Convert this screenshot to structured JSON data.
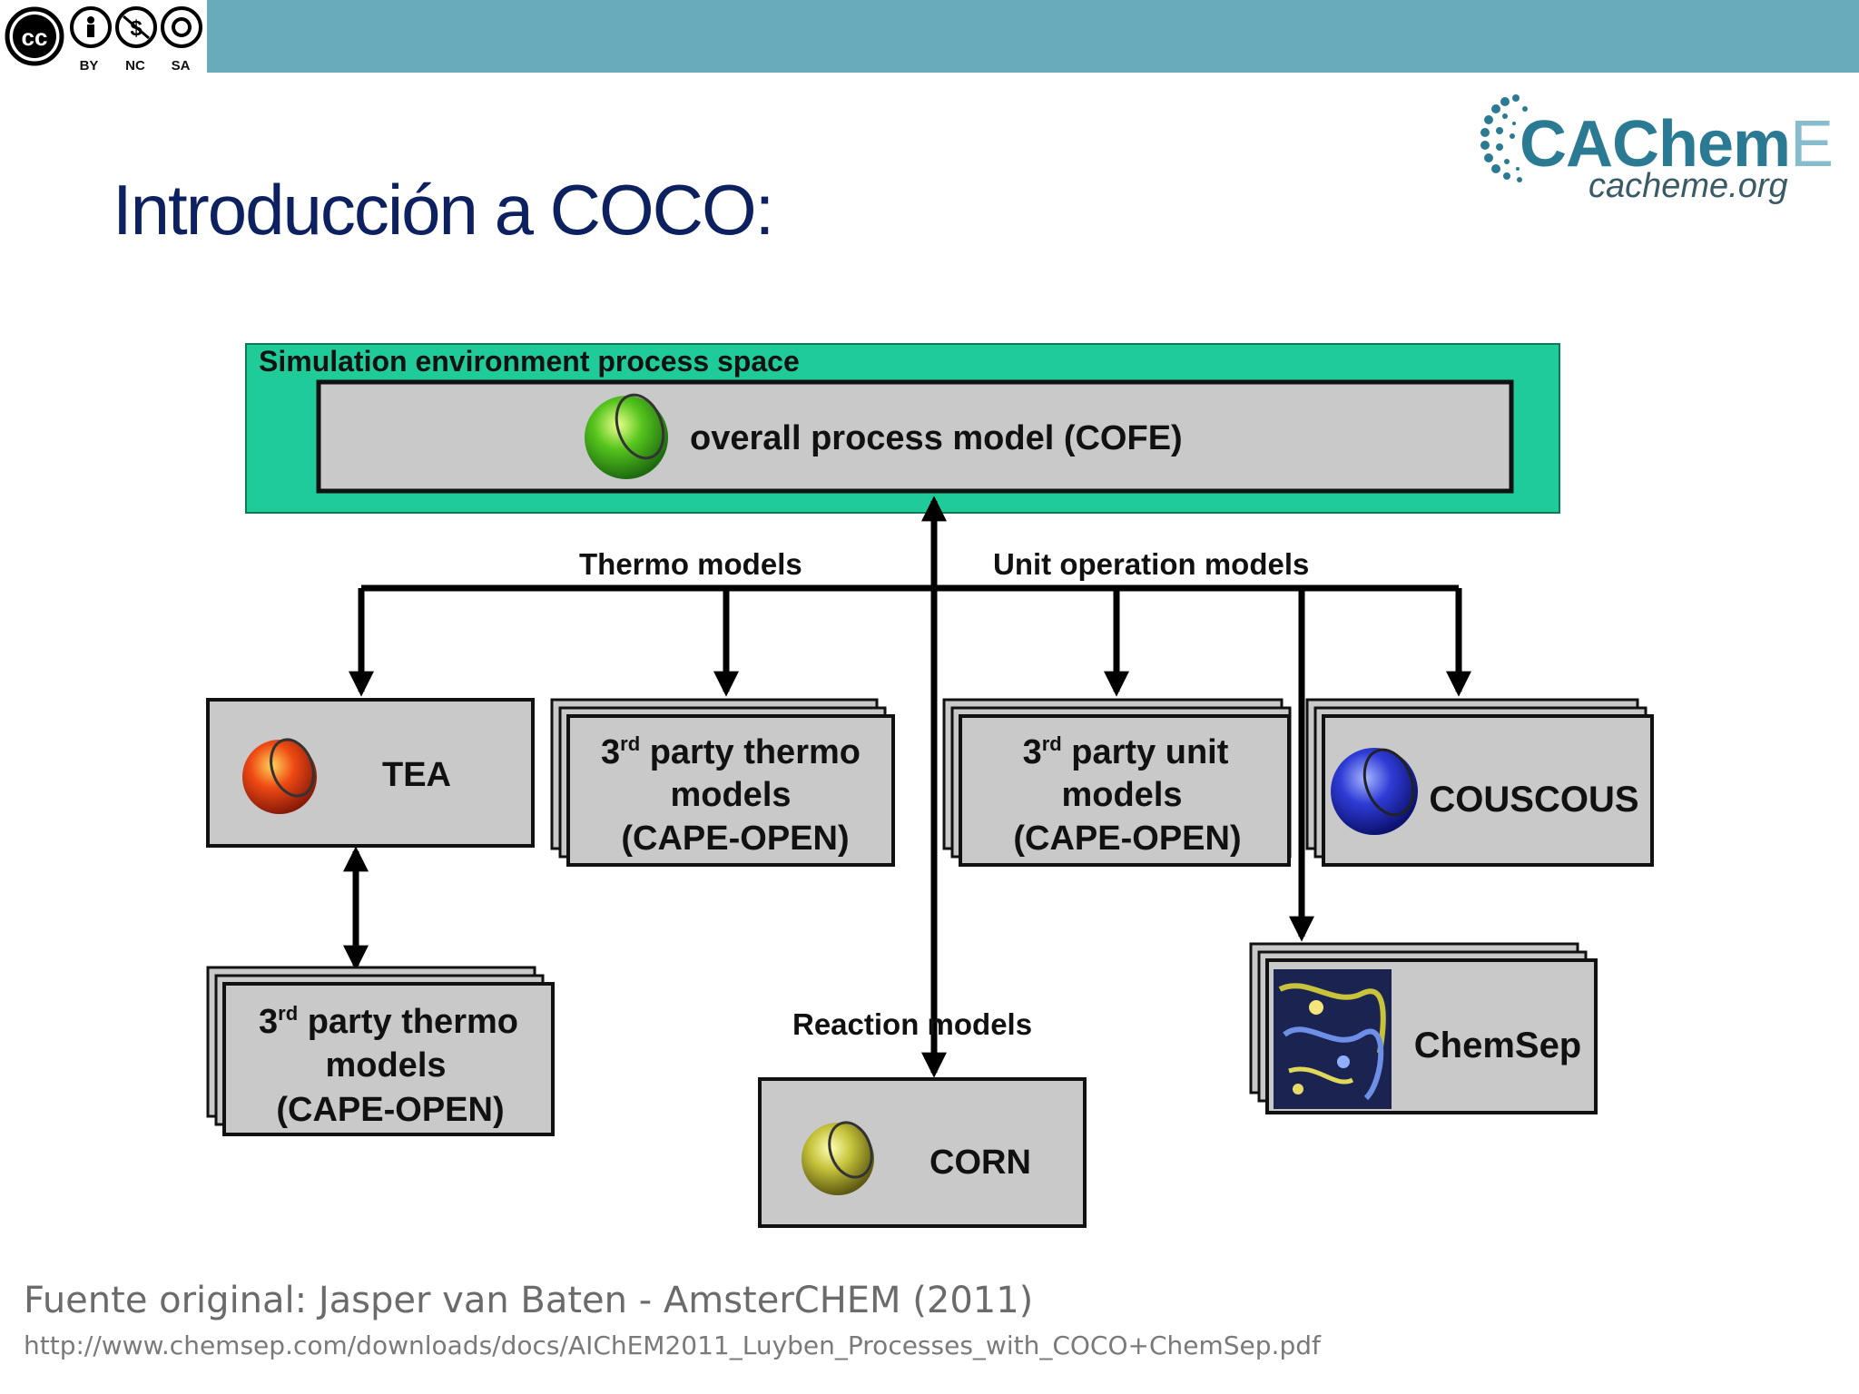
{
  "header": {
    "license_badge": {
      "main": "cc",
      "icons": [
        "by-icon",
        "nc-icon",
        "sa-icon"
      ],
      "labels": [
        "BY",
        "NC",
        "SA"
      ]
    },
    "logo": {
      "word_dark": "CAChem",
      "word_light": "E",
      "url": "cacheme.org"
    },
    "colors": {
      "bar": "#6aabbb",
      "title": "#0d2060",
      "process_space": "#1fcc99",
      "box": "#c9c9c9"
    }
  },
  "slide": {
    "title": "Introducción a COCO:"
  },
  "diagram": {
    "process_space_label": "Simulation environment process space",
    "cofe_label": "overall process model (COFE)",
    "thermo_models_label": "Thermo models",
    "unit_operation_models_label": "Unit operation models",
    "reaction_models_label": "Reaction models",
    "tea_label": "TEA",
    "thermo_third_party": {
      "prefix": "3",
      "sup": "rd",
      "line1_rest": " party thermo",
      "line2": "models",
      "line3": "(CAPE-OPEN)"
    },
    "unit_third_party": {
      "prefix": "3",
      "sup": "rd",
      "line1_rest": " party unit",
      "line2": "models",
      "line3": "(CAPE-OPEN)"
    },
    "tea_third_party": {
      "prefix": "3",
      "sup": "rd",
      "line1_rest": " party thermo",
      "line2": "models",
      "line3": "(CAPE-OPEN)"
    },
    "couscous_label": "COUSCOUS",
    "chemsep_label": "ChemSep",
    "corn_label": "CORN"
  },
  "footer": {
    "source": "Fuente original: Jasper van Baten - AmsterCHEM (2011)",
    "url": "http://www.chemsep.com/downloads/docs/AIChEM2011_Luyben_Processes_with_COCO+ChemSep.pdf"
  }
}
